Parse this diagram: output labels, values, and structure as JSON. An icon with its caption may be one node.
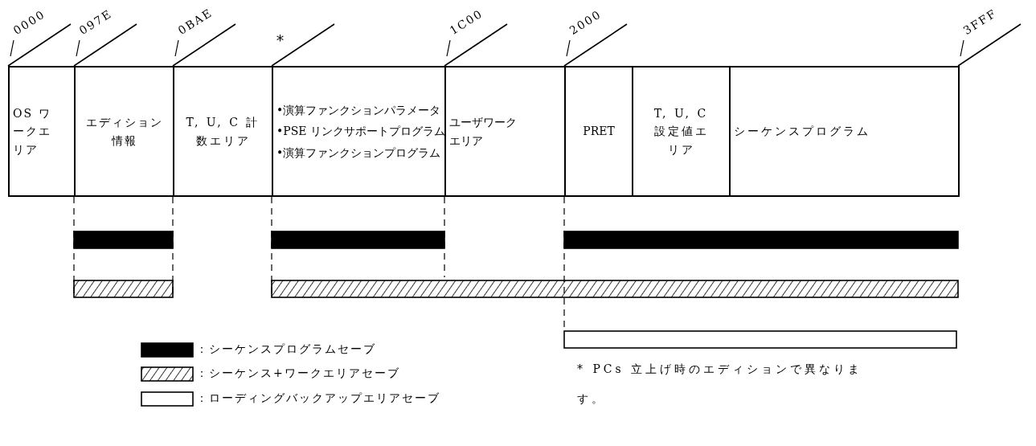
{
  "diagram": {
    "nodes": [
      {
        "text": [
          "OS ワークエリア"
        ]
      },
      {
        "text": [
          "エディション情報"
        ]
      },
      {
        "text": [
          "T, U, C 計数エリア"
        ]
      },
      {
        "text": [
          "•演算ファンクションパラメータ",
          "•PSE リンクサポートプログラム",
          "•演算ファンクションプログラム"
        ]
      },
      {
        "text": [
          "ユーザワークエリア"
        ]
      },
      {
        "text": [
          "PRET"
        ]
      },
      {
        "text": [
          "T, U, C 設定値エリア"
        ]
      },
      {
        "text": [
          "シーケンスプログラム"
        ]
      },
      {
        "text": [],
        "shape": "bar"
      },
      {
        "text": [],
        "shape": "bar"
      },
      {
        "text": [],
        "shape": "bar"
      },
      {
        "text": [],
        "shape": "bar"
      },
      {
        "text": [],
        "shape": "bar"
      },
      {
        "text": [],
        "shape": "bar"
      }
    ],
    "labels": [
      "0000",
      "097E",
      "0BAE",
      "*",
      "1C00",
      "2000",
      "3FFF",
      "* PCs 立上げ時のエディションで異なります。"
    ],
    "legend": [
      {
        "text": "：シーケンスプログラムセーブ",
        "color": "#000000"
      },
      {
        "text": "：シーケンス+ワークエリアセーブ"
      },
      {
        "text": "：ローディングバックアップエリアセーブ"
      }
    ]
  }
}
